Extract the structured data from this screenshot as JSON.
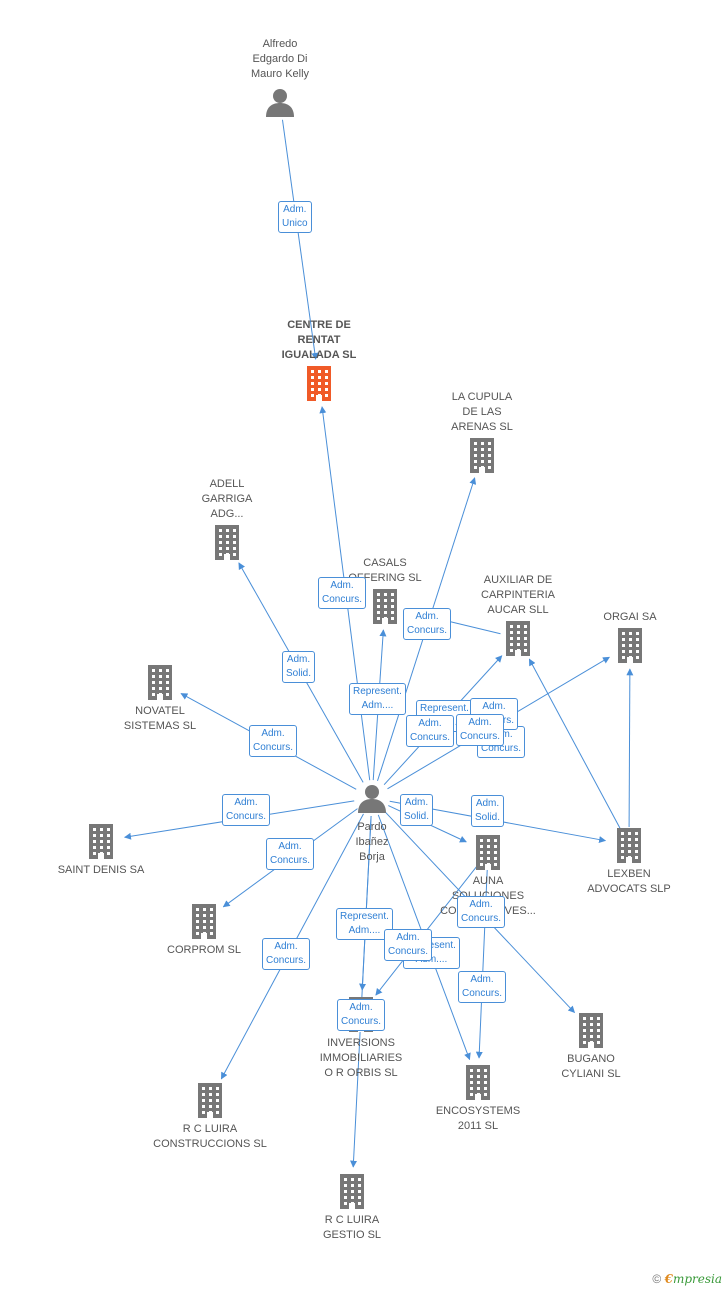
{
  "colors": {
    "edge": "#4a8fd8",
    "company": "#777777",
    "main_company": "#f05a28",
    "person": "#777777"
  },
  "nodes": [
    {
      "id": "alfredo",
      "type": "person",
      "label": "Alfredo\nEdgardo Di\nMauro Kelly"
    },
    {
      "id": "centre",
      "type": "main",
      "label": "CENTRE DE\nRENTAT\nIGUALADA SL"
    },
    {
      "id": "cupula",
      "type": "company",
      "label": "LA CUPULA\nDE LAS\nARENAS SL"
    },
    {
      "id": "adell",
      "type": "company",
      "label": "ADELL\nGARRIGA\nADG..."
    },
    {
      "id": "casals",
      "type": "company",
      "label": "CASALS\nOFFERING SL"
    },
    {
      "id": "auxiliar",
      "type": "company",
      "label": "AUXILIAR DE\nCARPINTERIA\nAUCAR SLL"
    },
    {
      "id": "orgai",
      "type": "company",
      "label": "ORGAI SA"
    },
    {
      "id": "novatel",
      "type": "company",
      "label": "NOVATEL\nSISTEMAS  SL"
    },
    {
      "id": "pardo",
      "type": "person",
      "label": "Pardo\nIbañez\nBorja"
    },
    {
      "id": "saintdenis",
      "type": "company",
      "label": "SAINT DENIS SA"
    },
    {
      "id": "lexben",
      "type": "company",
      "label": "LEXBEN\nADVOCATS SLP"
    },
    {
      "id": "auna",
      "type": "company",
      "label": "AUNA\nSOLUCIONES\nCORPORATIVES..."
    },
    {
      "id": "corprom",
      "type": "company",
      "label": "CORPROM SL"
    },
    {
      "id": "inversions",
      "type": "company",
      "label": "INVERSIONS\nIMMOBILIARIES\nO R ORBIS  SL"
    },
    {
      "id": "bugano",
      "type": "company",
      "label": "BUGANO\nCYLIANI SL"
    },
    {
      "id": "encosystems",
      "type": "company",
      "label": "ENCOSYSTEMS\n2011  SL"
    },
    {
      "id": "rcconstruccions",
      "type": "company",
      "label": "R C LUIRA\nCONSTRUCCIONS SL"
    },
    {
      "id": "rcgestio",
      "type": "company",
      "label": "R C LUIRA\nGESTIO  SL"
    }
  ],
  "edges": [
    {
      "from": "alfredo",
      "to": "centre",
      "label": "Adm.\nUnico"
    },
    {
      "from": "pardo",
      "to": "centre",
      "label": "Adm.\nConcurs."
    },
    {
      "from": "pardo",
      "to": "adell",
      "label": "Adm.\nSolid."
    },
    {
      "from": "pardo",
      "to": "cupula",
      "label": "Adm.\nConcurs."
    },
    {
      "from": "pardo",
      "to": "casals",
      "label": "Represent.\nAdm...."
    },
    {
      "from": "pardo",
      "to": "auxiliar",
      "label": "Represent.\nAdm...."
    },
    {
      "from": "pardo",
      "to": "orgai",
      "label": "Adm.\nConcurs."
    },
    {
      "from": "pardo",
      "to": "novatel",
      "label": "Adm.\nConcurs."
    },
    {
      "from": "pardo",
      "to": "saintdenis",
      "label": "Adm.\nConcurs."
    },
    {
      "from": "pardo",
      "to": "corprom",
      "label": "Adm.\nConcurs."
    },
    {
      "from": "pardo",
      "to": "lexben",
      "label": "Adm.\nSolid."
    },
    {
      "from": "pardo",
      "to": "auna",
      "label": "Adm.\nSolid."
    },
    {
      "from": "pardo",
      "to": "rcconstruccions",
      "label": "Adm.\nConcurs."
    },
    {
      "from": "pardo",
      "to": "inversions",
      "label": "Represent.\nAdm...."
    },
    {
      "from": "pardo",
      "to": "rcgestio",
      "label": "Adm.\nConcurs."
    },
    {
      "from": "pardo",
      "to": "encosystems",
      "label": "Represent.\nAdm...."
    },
    {
      "from": "pardo",
      "to": "bugano",
      "label": "Adm.\nConcurs."
    },
    {
      "from": "auna",
      "to": "encosystems",
      "label": "Adm.\nConcurs."
    },
    {
      "from": "auna",
      "to": "inversions",
      "label": "Adm.\nConcurs."
    },
    {
      "from": "lexben",
      "to": "orgai",
      "label": "Adm.\nConcurs."
    },
    {
      "from": "lexben",
      "to": "auxiliar",
      "label": "Adm.\nConcurs."
    },
    {
      "from": "auxiliar",
      "to": "casals",
      "label": "Adm.\nConcurs."
    }
  ],
  "footer": {
    "copyright": "©",
    "brand_initial": "€",
    "brand_rest": "mpresia"
  }
}
